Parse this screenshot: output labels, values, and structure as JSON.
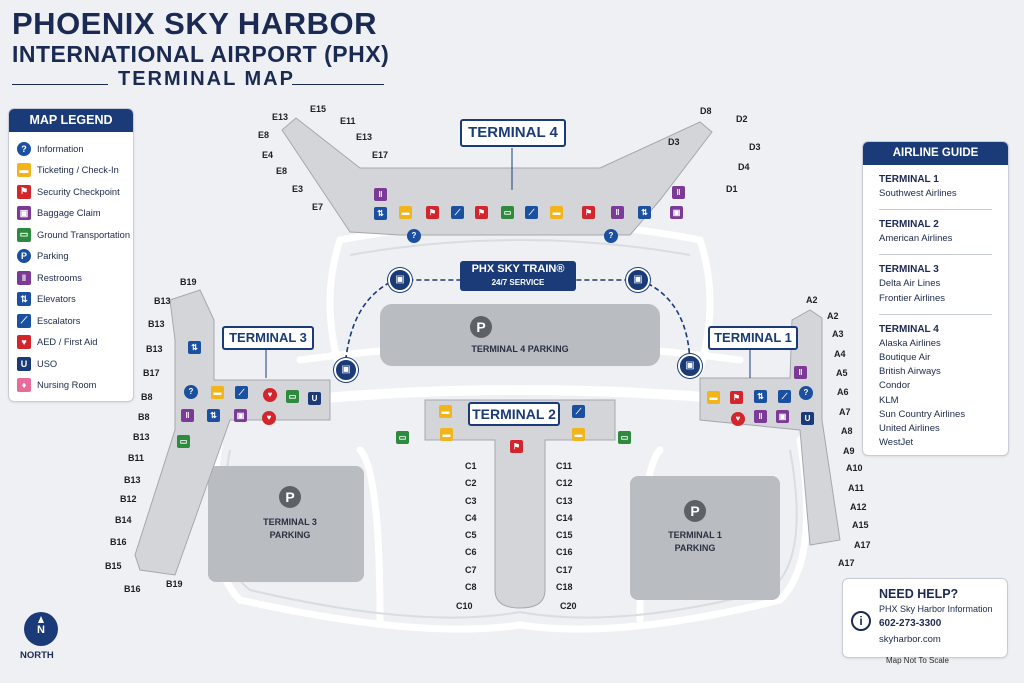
{
  "title": {
    "line1": "PHOENIX SKY HARBOR",
    "line2": "INTERNATIONAL AIRPORT (PHX)",
    "line3": "TERMINAL MAP"
  },
  "legend": {
    "title": "MAP LEGEND",
    "items": [
      {
        "label": "Information",
        "icon": "information-icon",
        "color": "#1b4fa0",
        "glyph": "?"
      },
      {
        "label": "Ticketing / Check-In",
        "icon": "ticketing-icon",
        "color": "#f2b41b",
        "glyph": "▬"
      },
      {
        "label": "Security Checkpoint",
        "icon": "security-icon",
        "color": "#d2262c",
        "glyph": "⚑"
      },
      {
        "label": "Baggage Claim",
        "icon": "baggage-claim-icon",
        "color": "#7a3a96",
        "glyph": "▣"
      },
      {
        "label": "Ground Transportation",
        "icon": "ground-transportation-icon",
        "color": "#2e8a3e",
        "glyph": "▭"
      },
      {
        "label": "Parking",
        "icon": "parking-icon",
        "color": "#1b4fa0",
        "glyph": "P"
      },
      {
        "label": "Restrooms",
        "icon": "restrooms-icon",
        "color": "#7a3a96",
        "glyph": "‖"
      },
      {
        "label": "Elevators",
        "icon": "elevators-icon",
        "color": "#1b4fa0",
        "glyph": "⇅"
      },
      {
        "label": "Escalators",
        "icon": "escalators-icon",
        "color": "#1b4fa0",
        "glyph": "⟋"
      },
      {
        "label": "AED / First Aid",
        "icon": "aed-first-aid-icon",
        "color": "#d2262c",
        "glyph": "♥"
      },
      {
        "label": "USO",
        "icon": "uso-icon",
        "color": "#1b3b78",
        "glyph": "U"
      },
      {
        "label": "Nursing Room",
        "icon": "nursing-room-icon",
        "color": "#e86b9a",
        "glyph": "♦"
      }
    ]
  },
  "airline_guide": {
    "title": "AIRLINE GUIDE",
    "groups": [
      {
        "terminal": "TERMINAL 1",
        "airlines": [
          "Southwest Airlines"
        ]
      },
      {
        "terminal": "TERMINAL 2",
        "airlines": [
          "American Airlines"
        ]
      },
      {
        "terminal": "TERMINAL 3",
        "airlines": [
          "Delta Air Lines",
          "Frontier Airlines"
        ]
      },
      {
        "terminal": "TERMINAL 4",
        "airlines": [
          "Alaska Airlines",
          "Boutique Air",
          "British Airways",
          "Condor",
          "KLM",
          "Sun Country Airlines",
          "United Airlines",
          "WestJet"
        ]
      }
    ]
  },
  "help": {
    "title": "NEED HELP?",
    "line1": "PHX Sky Harbor Information",
    "phone": "602-273-3300",
    "website": "skyharbor.com"
  },
  "scale_note": "Map Not To Scale",
  "north": {
    "glyph": "N",
    "label": "NORTH"
  },
  "terminals": {
    "t1": "TERMINAL 1",
    "t2": "TERMINAL 2",
    "t3": "TERMINAL 3",
    "t4": "TERMINAL 4"
  },
  "sky_train": {
    "name": "PHX SKY TRAIN®",
    "service": "24/7 SERVICE"
  },
  "parking": {
    "p_glyph": "P",
    "t4": "TERMINAL 4 PARKING",
    "t3_line1": "TERMINAL 3",
    "t3_line2": "PARKING",
    "t1_line1": "TERMINAL 1",
    "t1_line2": "PARKING"
  },
  "gates": {
    "e": [
      "E13",
      "E15",
      "E11",
      "E8",
      "E13",
      "E4",
      "E17",
      "E8",
      "E3",
      "E7"
    ],
    "d": [
      "D8",
      "D2",
      "D3",
      "D4",
      "D3",
      "D1"
    ],
    "b": [
      "B19",
      "B13",
      "B13",
      "B13",
      "B17",
      "B8",
      "B8",
      "B13",
      "B11",
      "B13",
      "B12",
      "B14",
      "B16",
      "B15",
      "B16",
      "B19"
    ],
    "c_left": [
      "C1",
      "C2",
      "C3",
      "C4",
      "C5",
      "C6",
      "C7",
      "C8",
      "C10"
    ],
    "c_right": [
      "C11",
      "C12",
      "C13",
      "C14",
      "C15",
      "C16",
      "C17",
      "C18",
      "C20"
    ],
    "a": [
      "A2",
      "A2",
      "A3",
      "A4",
      "A5",
      "A6",
      "A7",
      "A8",
      "A9",
      "A10",
      "A11",
      "A12",
      "A15",
      "A17",
      "A17"
    ]
  },
  "colors": {
    "navy": "#1b3b78",
    "concourse": "#d6d8dc",
    "road": "#ffffff",
    "parking_lot": "#b9bcc1"
  }
}
